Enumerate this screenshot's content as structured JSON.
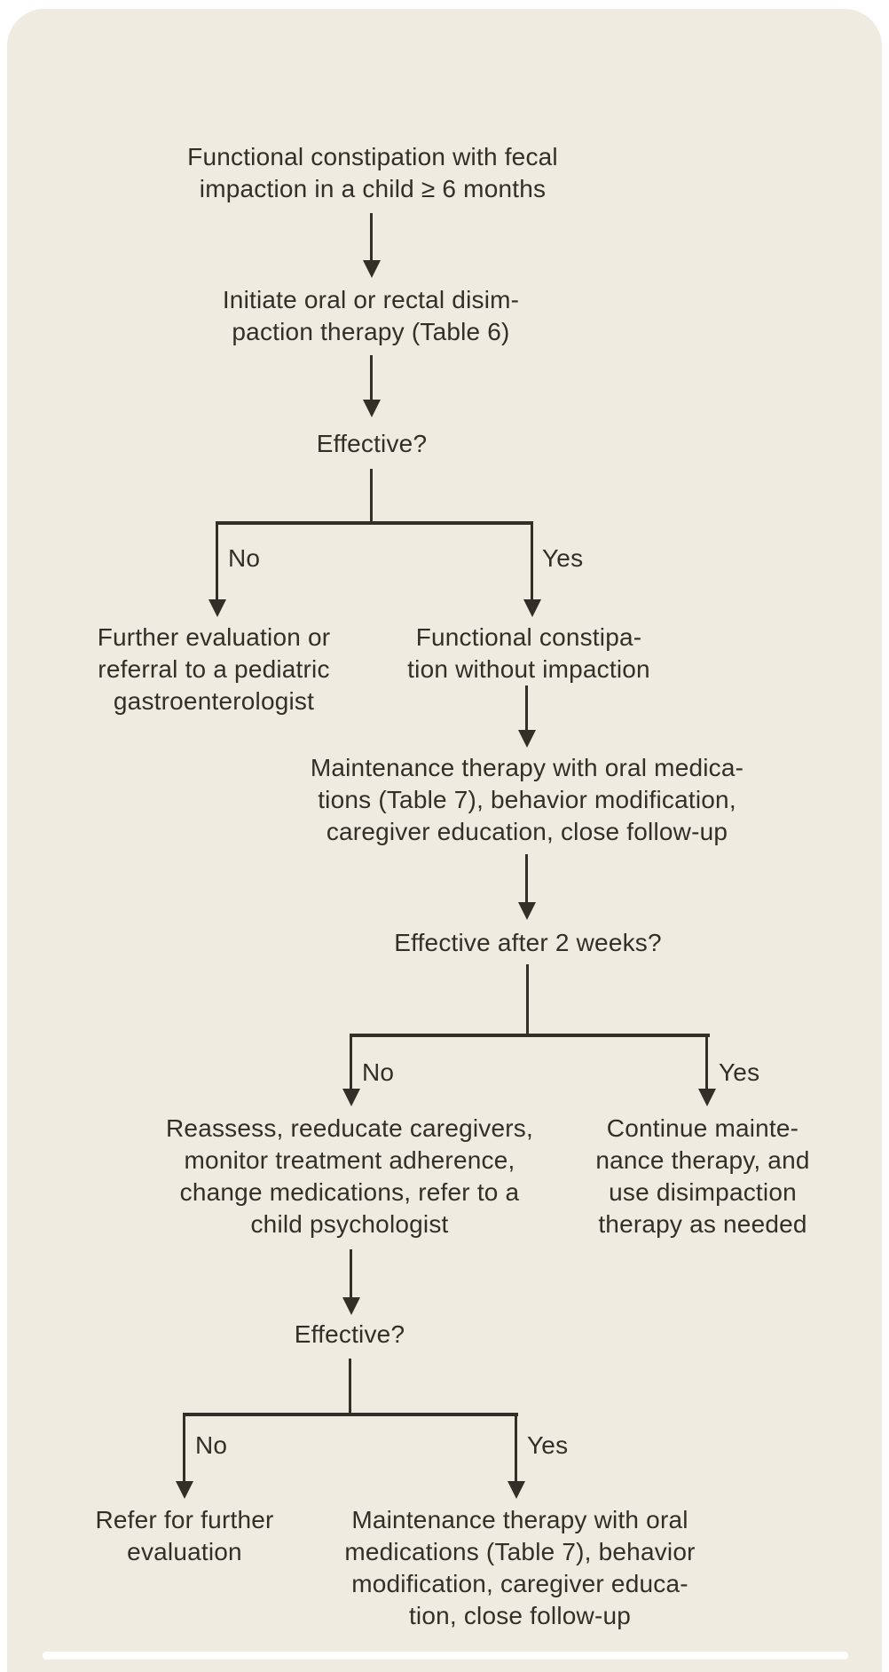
{
  "theme": {
    "page_bg": "#ffffff",
    "panel_bg": "#f0ebe0",
    "ink": "#332f28"
  },
  "flowchart": {
    "node_start": "Functional constipation with fecal\nimpaction in a child ≥ 6 months",
    "node_disimpaction": "Initiate oral or rectal disim-\npaction therapy (Table 6)",
    "decision_effective_1": "Effective?",
    "label_no": "No",
    "label_yes": "Yes",
    "node_further_evaluation": "Further evaluation or\nreferral to a pediatric\ngastroenterologist",
    "node_without_impaction": "Functional constipa-\ntion without impaction",
    "node_maintenance_1": "Maintenance therapy with oral medica-\ntions (Table 7), behavior modification,\ncaregiver education, close follow-up",
    "decision_effective_2": "Effective after 2 weeks?",
    "node_reassess": "Reassess, reeducate caregivers,\nmonitor treatment adherence,\nchange medications, refer to a\nchild psychologist",
    "node_continue_maintenance": "Continue mainte-\nnance therapy, and\nuse disimpaction\ntherapy as needed",
    "decision_effective_3": "Effective?",
    "node_refer_further": "Refer for further\nevaluation",
    "node_maintenance_2": "Maintenance therapy with oral\nmedications (Table 7), behavior\nmodification, caregiver educa-\ntion, close follow-up"
  }
}
